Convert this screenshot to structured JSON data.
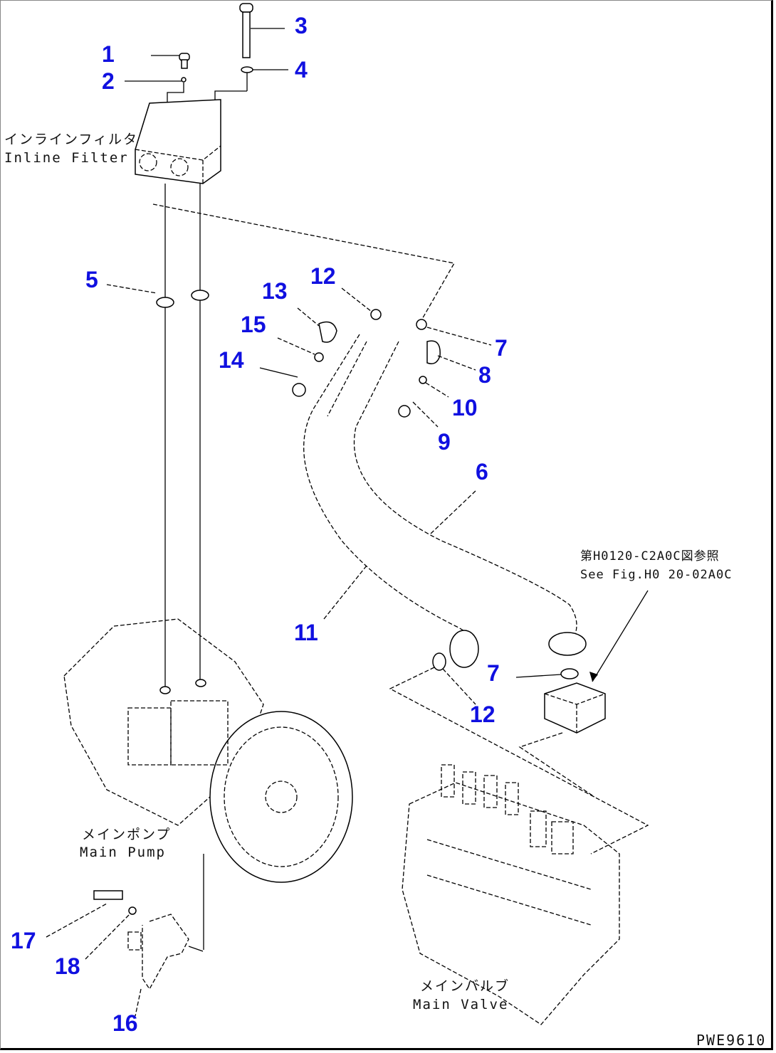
{
  "diagram": {
    "code": "PWE9610",
    "callouts": [
      {
        "n": "1"
      },
      {
        "n": "2"
      },
      {
        "n": "3"
      },
      {
        "n": "4"
      },
      {
        "n": "5"
      },
      {
        "n": "6"
      },
      {
        "n": "7"
      },
      {
        "n": "8"
      },
      {
        "n": "9"
      },
      {
        "n": "10"
      },
      {
        "n": "11"
      },
      {
        "n": "12"
      },
      {
        "n": "13"
      },
      {
        "n": "14"
      },
      {
        "n": "15"
      },
      {
        "n": "16"
      },
      {
        "n": "17"
      },
      {
        "n": "18"
      },
      {
        "n": "7"
      },
      {
        "n": "12"
      }
    ],
    "labels": {
      "inline_filter_jp": "インラインフィルタ",
      "inline_filter_en": "Inline Filter",
      "main_pump_jp": "メインポンプ",
      "main_pump_en": "Main Pump",
      "main_valve_jp": "メインバルブ",
      "main_valve_en": "Main Valve",
      "ref_jp": "第H0120-C2A0C図参照",
      "ref_en": "See Fig.H0 20-02A0C"
    },
    "accent_color": "#1010e0"
  }
}
